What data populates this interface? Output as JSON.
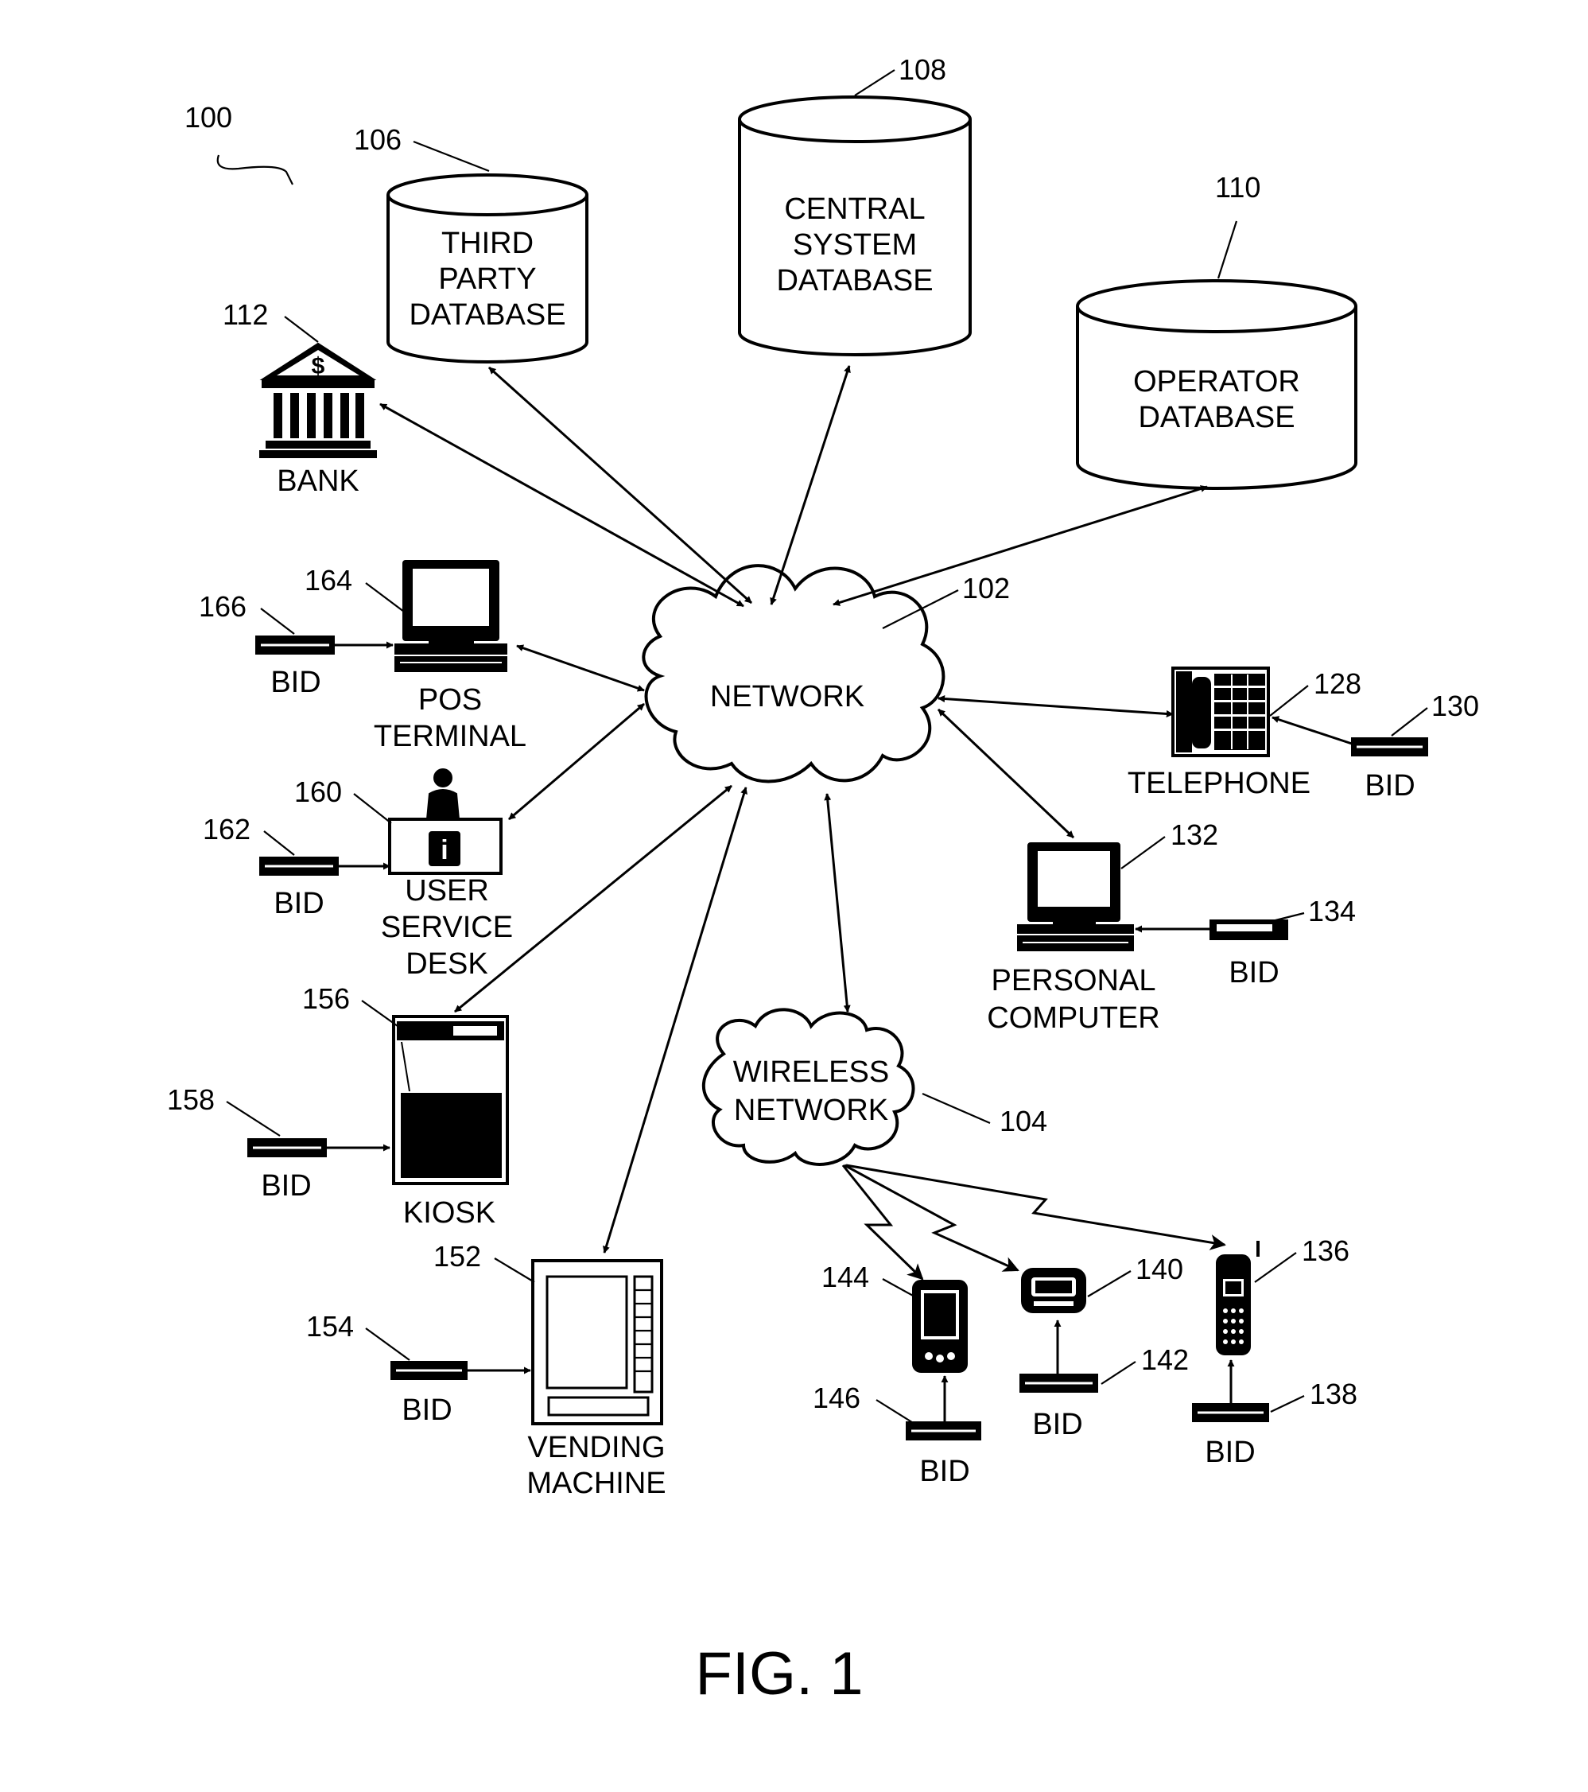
{
  "figure": {
    "caption": "FIG. 1",
    "system_ref": "100"
  },
  "nodes": {
    "network": {
      "label": "NETWORK",
      "ref": "102"
    },
    "wireless_network": {
      "lines": [
        "WIRELESS",
        "NETWORK"
      ],
      "ref": "104"
    },
    "third_party_db": {
      "lines": [
        "THIRD",
        "PARTY",
        "DATABASE"
      ],
      "ref": "106"
    },
    "central_db": {
      "lines": [
        "CENTRAL",
        "SYSTEM",
        "DATABASE"
      ],
      "ref": "108"
    },
    "operator_db": {
      "lines": [
        "OPERATOR",
        "DATABASE"
      ],
      "ref": "110"
    },
    "bank": {
      "label": "BANK",
      "ref": "112",
      "glyph": "$"
    },
    "pos_terminal": {
      "lines": [
        "POS",
        "TERMINAL"
      ],
      "ref": "164"
    },
    "user_service_desk": {
      "lines": [
        "USER",
        "SERVICE",
        "DESK"
      ],
      "ref": "160"
    },
    "kiosk": {
      "label": "KIOSK",
      "ref": "156"
    },
    "vending_machine": {
      "lines": [
        "VENDING",
        "MACHINE"
      ],
      "ref": "152"
    },
    "telephone": {
      "label": "TELEPHONE",
      "ref": "128"
    },
    "personal_computer": {
      "lines": [
        "PERSONAL",
        "COMPUTER"
      ],
      "ref": "132"
    },
    "pda": {
      "ref": "144"
    },
    "pager": {
      "ref": "140"
    },
    "cell_phone": {
      "ref": "136"
    }
  },
  "bids": {
    "pos": {
      "label": "BID",
      "ref": "166"
    },
    "desk": {
      "label": "BID",
      "ref": "162"
    },
    "kiosk": {
      "label": "BID",
      "ref": "158"
    },
    "vending": {
      "label": "BID",
      "ref": "154"
    },
    "telephone": {
      "label": "BID",
      "ref": "130"
    },
    "pc": {
      "label": "BID",
      "ref": "134"
    },
    "pda": {
      "label": "BID",
      "ref": "146"
    },
    "pager": {
      "label": "BID",
      "ref": "142"
    },
    "cell": {
      "label": "BID",
      "ref": "138"
    }
  }
}
